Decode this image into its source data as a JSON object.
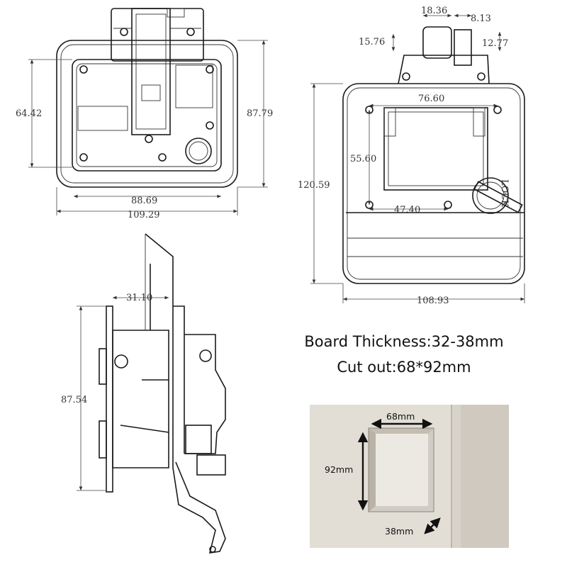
{
  "front_view": {
    "height_inner": "64.42",
    "height_outer": "87.79",
    "width_inner": "88.69",
    "width_outer": "109.29"
  },
  "rear_view": {
    "top_a": "18.36",
    "top_b": "8.13",
    "top_c": "15.76",
    "top_d": "12.77",
    "hole_span_top": "76.60",
    "hole_span_vertical": "55.60",
    "height_total": "120.59",
    "hole_span_bottom": "47.40",
    "width_total": "108.93",
    "lock_label": "LOCK"
  },
  "side_view": {
    "depth": "31.10",
    "height": "87.54"
  },
  "notes": {
    "board_thickness": "Board Thickness:32-38mm",
    "cut_out": "Cut out:68*92mm"
  },
  "photo": {
    "width_label": "68mm",
    "height_label": "92mm",
    "depth_label": "38mm"
  }
}
